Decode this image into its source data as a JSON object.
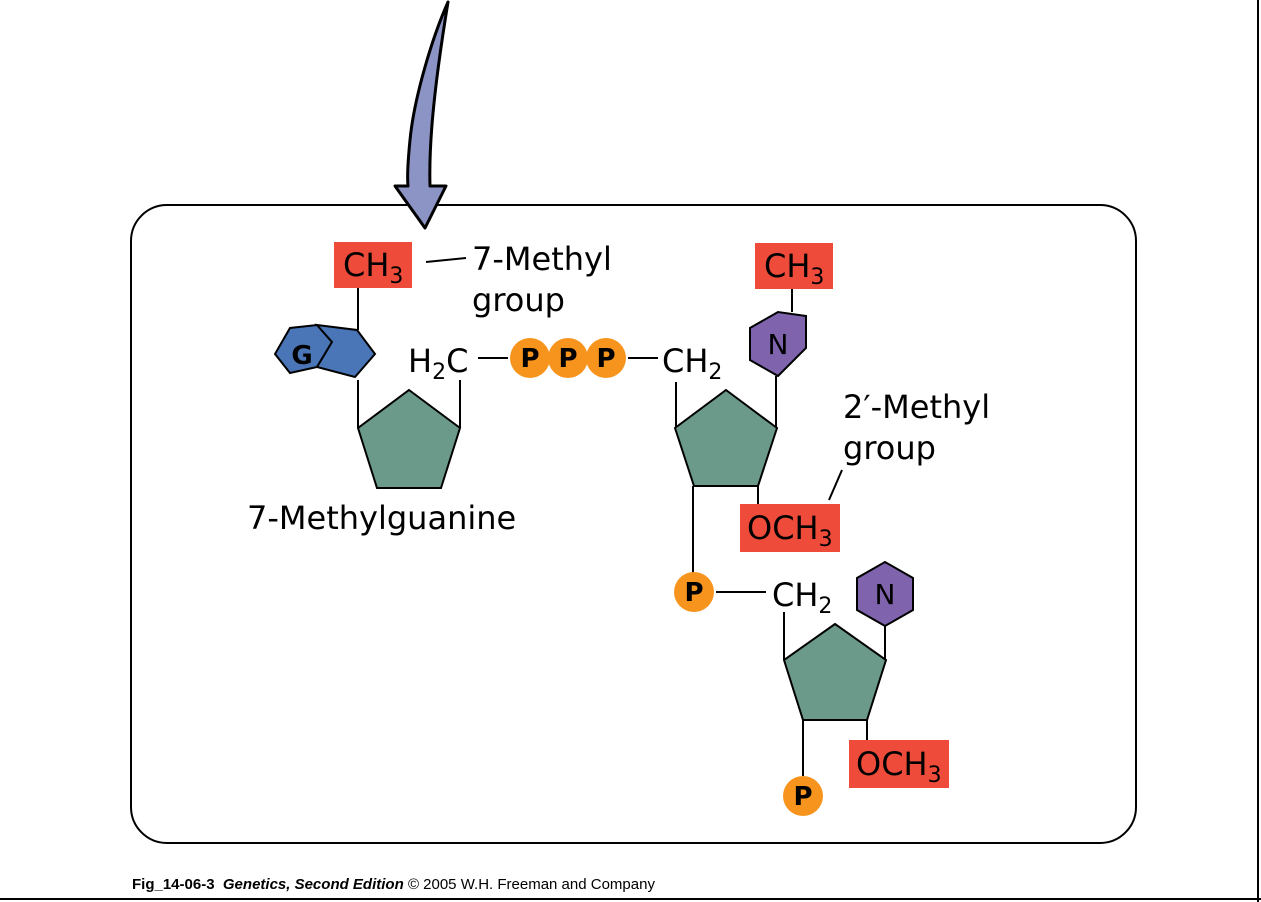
{
  "labels": {
    "methyl_group_7": [
      "7-Methyl",
      "group"
    ],
    "methyl_group_2": [
      "2′-Methyl",
      "group"
    ],
    "methylguanine": "7-Methylguanine"
  },
  "chem": {
    "ch3": [
      "CH",
      "3"
    ],
    "h2c": [
      "H",
      "2",
      "C"
    ],
    "ch2": [
      "CH",
      "2"
    ],
    "och3": [
      "OCH",
      "3"
    ],
    "phosphate": "P",
    "guanine": "G",
    "base": "N"
  },
  "caption": {
    "fig_id": "Fig_14-06-3",
    "book": "Genetics, Second Edition",
    "copyright": "© 2005 W.H. Freeman and Company"
  },
  "colors": {
    "methyl_box": "#ef4b3a",
    "phosphate": "#f7941d",
    "sugar": "#6b9a8b",
    "guanine": "#4a76b8",
    "base": "#7f63ad",
    "arrow": "#8b94c4"
  }
}
